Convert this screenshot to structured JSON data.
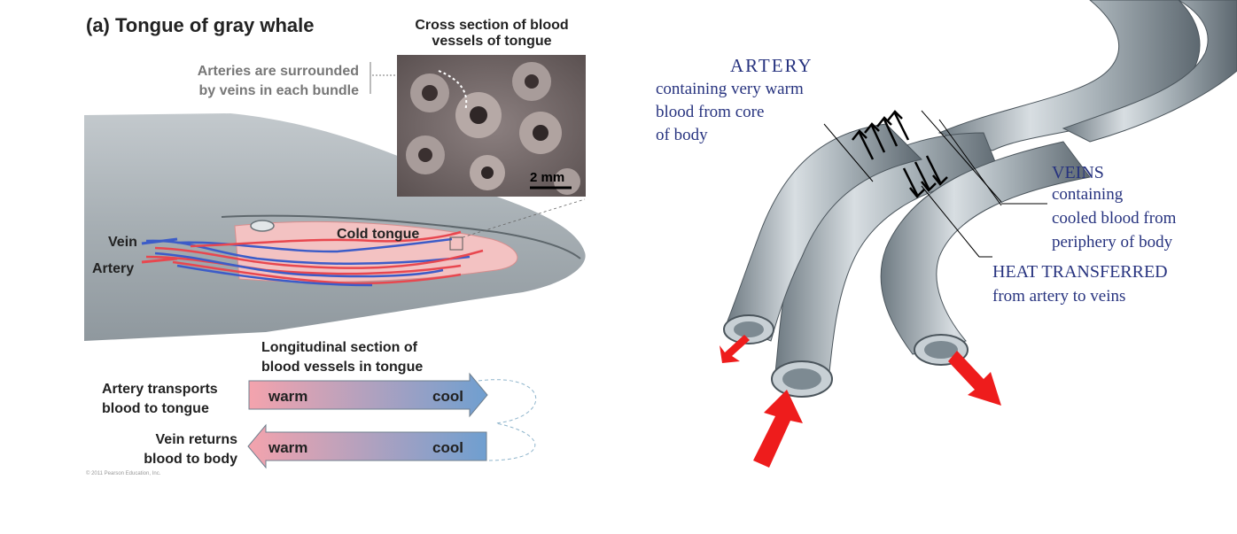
{
  "left_panel": {
    "title": "(a) Tongue of gray whale",
    "cross_section_title_line1": "Cross section of blood",
    "cross_section_title_line2": "vessels of tongue",
    "arteries_note_line1": "Arteries are surrounded",
    "arteries_note_line2": "by veins in each bundle",
    "scale_bar_label": "2 mm",
    "vein_label": "Vein",
    "artery_label": "Artery",
    "cold_tongue_label": "Cold tongue",
    "longitudinal_title_line1": "Longitudinal section of",
    "longitudinal_title_line2": "blood vessels in tongue",
    "artery_transport_line1": "Artery transports",
    "artery_transport_line2": "blood to tongue",
    "vein_return_line1": "Vein returns",
    "vein_return_line2": "blood to body",
    "arrow_top_warm": "warm",
    "arrow_top_cool": "cool",
    "arrow_bottom_warm": "warm",
    "arrow_bottom_cool": "cool",
    "copyright": "© 2011 Pearson Education, Inc."
  },
  "right_panel": {
    "artery_heading": "ARTERY",
    "artery_desc_line1": "containing very warm",
    "artery_desc_line2": "blood from core",
    "artery_desc_line3": "of body",
    "veins_heading": "VEINS",
    "veins_desc_line1": "containing",
    "veins_desc_line2": "cooled blood from",
    "veins_desc_line3": "periphery of body",
    "heat_heading": "HEAT TRANSFERRED",
    "heat_desc": "from artery to veins"
  },
  "colors": {
    "warm": "#f0a0a8",
    "cool": "#7ea6cf",
    "artery_red": "#e8474f",
    "vein_blue": "#3c5cc8",
    "label_navy": "#27337f",
    "flow_arrow_red": "#ee1c1c",
    "whale_gray": "#9aa3a9"
  }
}
